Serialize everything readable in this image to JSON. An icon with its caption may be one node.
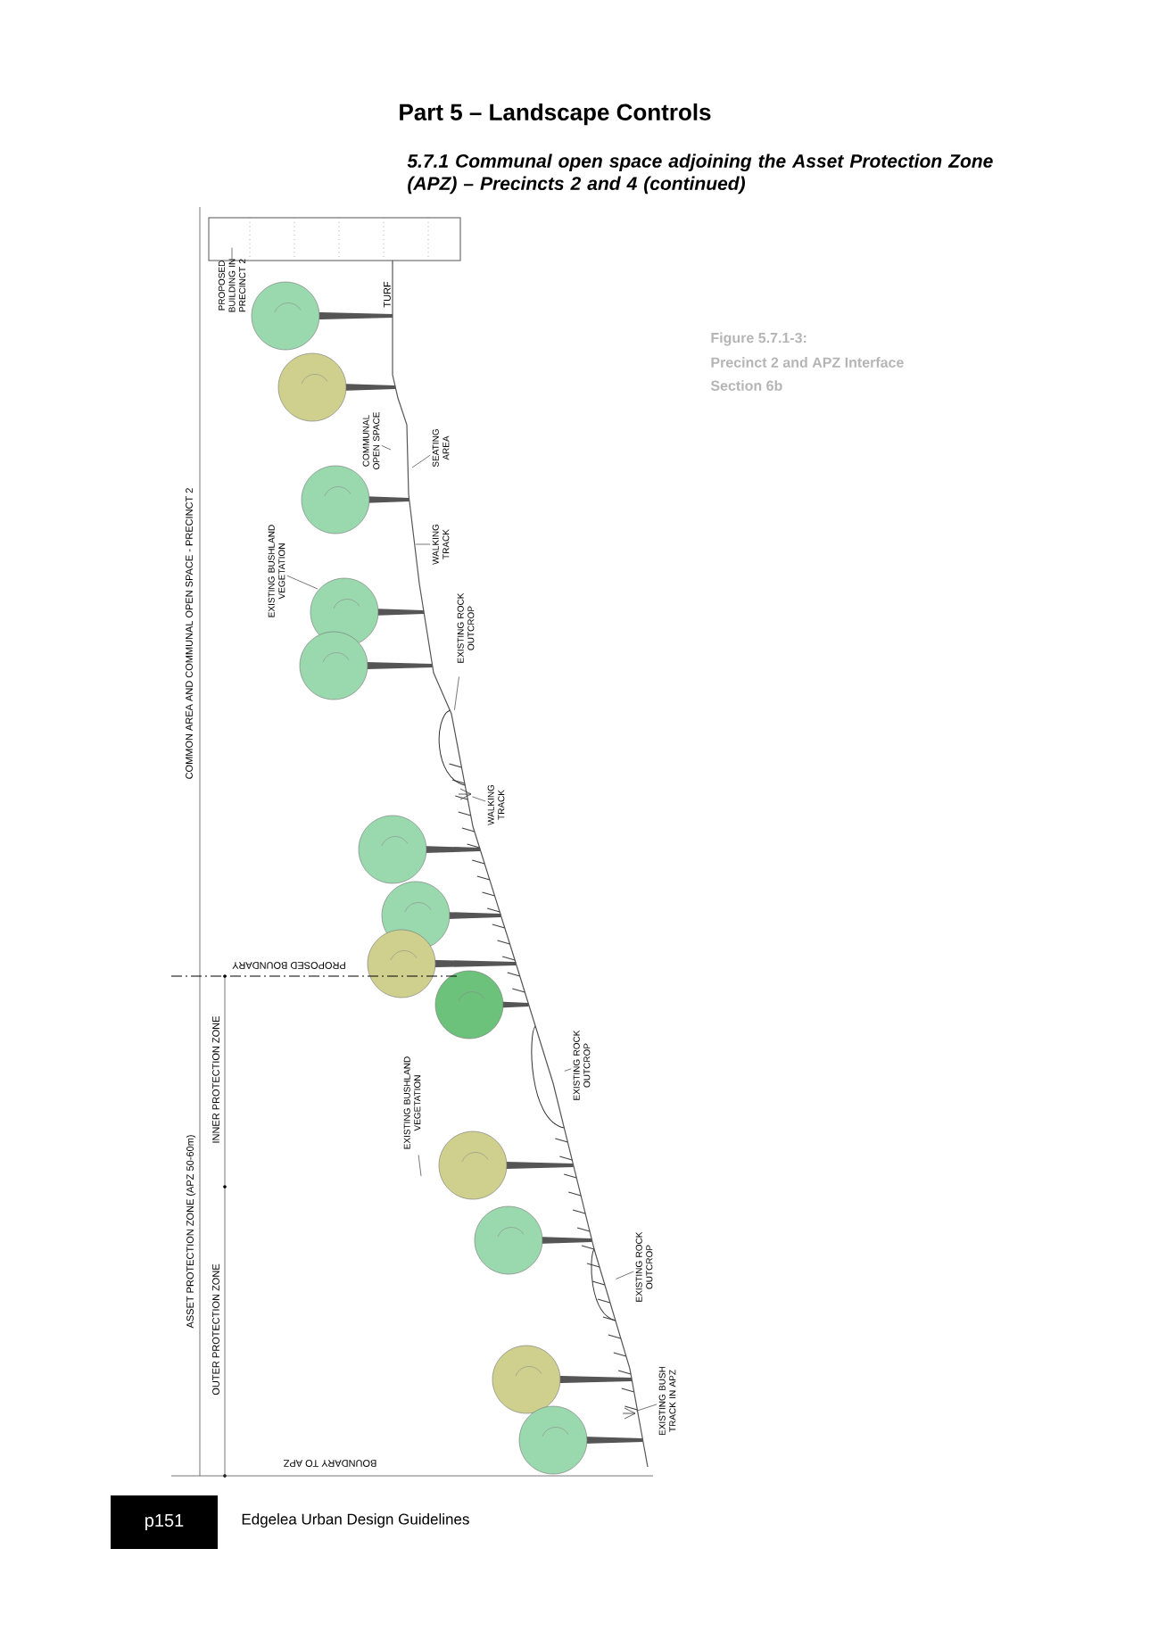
{
  "diagram": {
    "title": "Part 5 – Landscape Controls",
    "nodes": [
      {
        "text": [],
        "shape": "box"
      },
      {
        "text": [
          "PROPOSED BUILDING IN PRECINCT 2"
        ]
      },
      {
        "text": [
          "EXISTING BUSHLAND VEGETATION"
        ]
      },
      {
        "text": [
          "COMMUNAL OPEN SPACE"
        ]
      },
      {
        "text": [
          "SEATING AREA"
        ]
      },
      {
        "text": [
          "WALKING TRACK"
        ]
      },
      {
        "text": [
          "EXISTING ROCK OUTCROP"
        ]
      },
      {
        "text": [
          "WALKING TRACK"
        ]
      },
      {
        "text": [
          "EXISTING BUSHLAND VEGETATION"
        ]
      },
      {
        "text": [
          "EXISTING ROCK OUTCROP"
        ]
      },
      {
        "text": [
          "EXISTING ROCK OUTCROP"
        ]
      },
      {
        "text": [
          "EXISTING BUSH TRACK IN APZ"
        ]
      },
      {
        "text": [],
        "shape": "picture"
      },
      {
        "text": [],
        "shape": "picture"
      },
      {
        "text": [],
        "shape": "picture"
      },
      {
        "text": [],
        "shape": "bush"
      },
      {
        "text": [],
        "shape": "bush"
      }
    ],
    "edges": [
      {
        "from": 1,
        "to": 0,
        "arrow": "none"
      },
      {
        "from": 2,
        "to": null,
        "arrow": "none"
      },
      {
        "from": 3,
        "to": null,
        "arrow": "none"
      },
      {
        "from": 4,
        "to": null,
        "arrow": "none"
      },
      {
        "from": 5,
        "to": null,
        "arrow": "none"
      },
      {
        "from": 6,
        "to": 12,
        "arrow": "none"
      },
      {
        "from": 7,
        "to": 16,
        "arrow": "none"
      },
      {
        "from": 8,
        "to": null,
        "arrow": "none"
      },
      {
        "from": 9,
        "to": 13,
        "arrow": "none"
      },
      {
        "from": 10,
        "to": 14,
        "arrow": "none"
      },
      {
        "from": 11,
        "to": 15,
        "arrow": "none"
      }
    ],
    "labels": [
      "5.7.1 Communal open space adjoining the Asset Protection Zone (APZ) – Precincts 2 and 4 (continued)",
      "TURF",
      "COMMON AREA AND COMMUNAL OPEN SPACE - PRECINCT 2",
      "PROPOSED BOUNDARY",
      "ASSET PROTECTION ZONE (APZ 50-60m)",
      "INNER PROTECTION ZONE",
      "OUTER PROTECTION ZONE",
      "BOUNDARY TO APZ",
      "Figure 5.7.1-3:",
      "Precinct 2 and APZ Interface",
      "Section 6b",
      "p151",
      "Edgelea Urban Design Guidelines"
    ]
  }
}
